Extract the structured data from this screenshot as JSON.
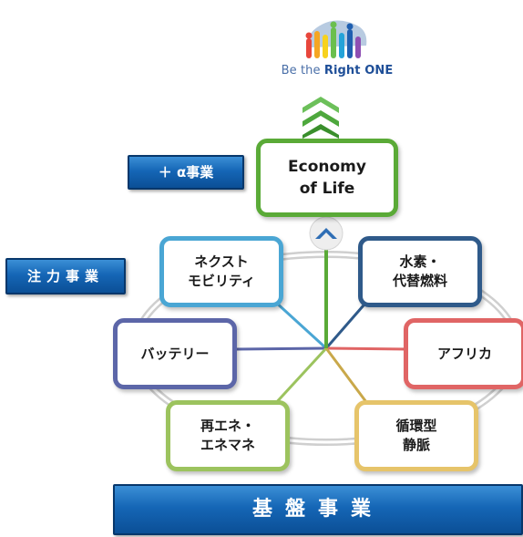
{
  "logo": {
    "text_light": "Be the ",
    "text_bold": "Right ONE"
  },
  "labels": {
    "alpha": "＋ α事業",
    "focus": "注力事業",
    "base": "基盤事業"
  },
  "center_box": {
    "label": "Economy\nof Life"
  },
  "boxes": {
    "next_mobility": "ネクスト\nモビリティ",
    "hydrogen": "水素・\n代替燃料",
    "battery": "バッテリー",
    "africa": "アフリカ",
    "renewable": "再エネ・\nエネマネ",
    "circular": "循環型\n静脈"
  },
  "colors": {
    "banner_blue": "#1566b6",
    "center_green": "#5aaa37",
    "next_mobility": "#4aa6d4",
    "hydrogen": "#2f5a8a",
    "battery": "#5c66a8",
    "africa": "#e06565",
    "renewable": "#9cc35e",
    "circular": "#e6c46a"
  }
}
